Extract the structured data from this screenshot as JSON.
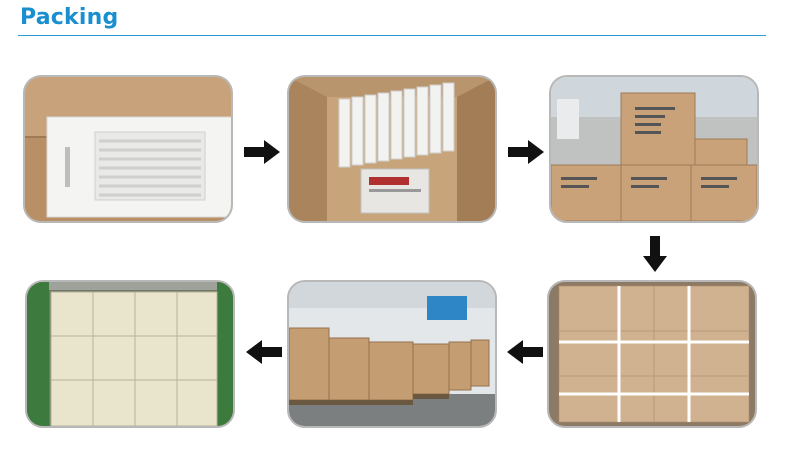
{
  "header": {
    "title": "Packing"
  },
  "colors": {
    "accent": "#1a8fcf",
    "arrow": "#111111",
    "frame": "#b8b8b8"
  },
  "photos": [
    {
      "name": "vent-grille-on-cardboard"
    },
    {
      "name": "grilles-packed-in-box"
    },
    {
      "name": "labeled-cartons-stacked"
    },
    {
      "name": "shrink-wrapped-pallet"
    },
    {
      "name": "pallets-in-warehouse"
    },
    {
      "name": "cartons-loaded-in-container"
    }
  ],
  "arrows": [
    {
      "direction": "right"
    },
    {
      "direction": "right"
    },
    {
      "direction": "down"
    },
    {
      "direction": "left"
    },
    {
      "direction": "left"
    }
  ]
}
